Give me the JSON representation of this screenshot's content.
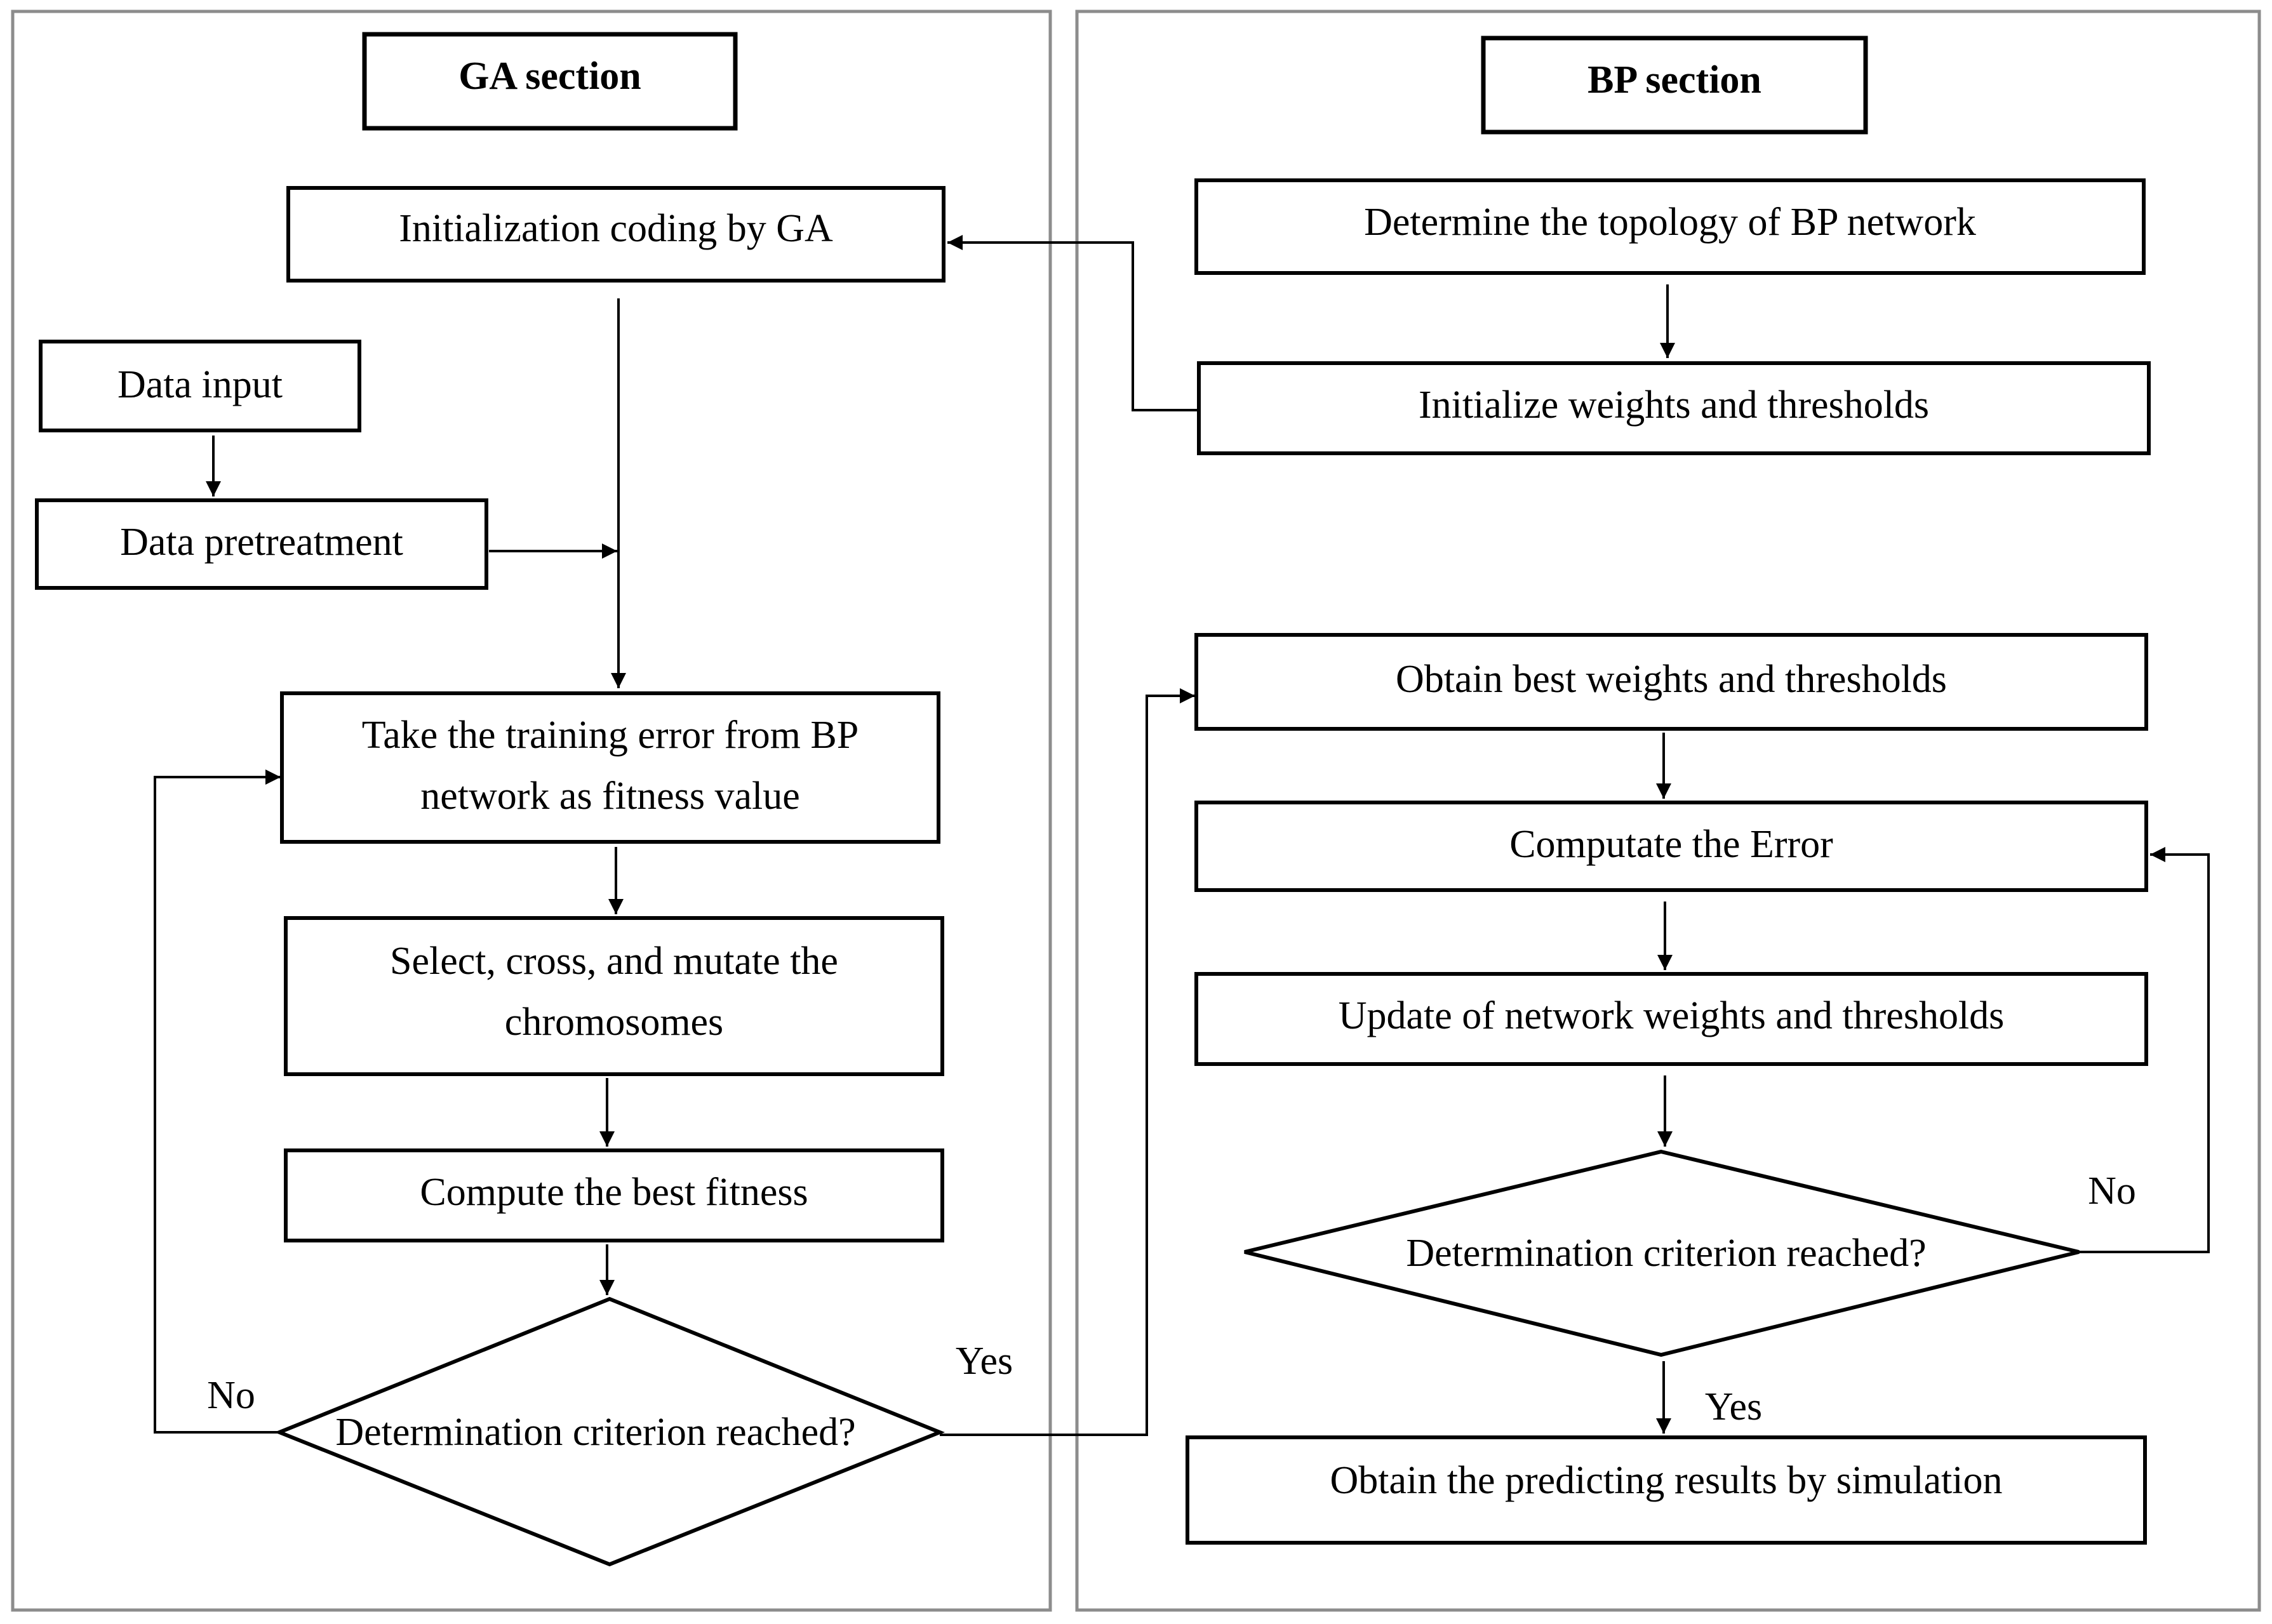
{
  "ga_section": {
    "header": "GA section",
    "init_coding": "Initialization coding by GA",
    "data_input": "Data input",
    "data_pretreatment": "Data pretreatment",
    "fitness_line1": "Take the training error from BP",
    "fitness_line2": "network as fitness value",
    "select_line1": "Select,  cross, and mutate the",
    "select_line2": "chromosomes",
    "best_fitness": "Compute the best fitness",
    "decision": "Determination criterion reached?",
    "no_label": "No",
    "yes_label": "Yes"
  },
  "bp_section": {
    "header": "BP section",
    "topology": "Determine the topology of BP network",
    "init_weights": "Initialize  weights and thresholds",
    "best_weights": "Obtain best  weights and thresholds",
    "compute_error": "Computate the Error",
    "update": "Update of network weights and thresholds",
    "decision": "Determination criterion reached?",
    "no_label": "No",
    "yes_label": "Yes",
    "results": "Obtain the predicting results by simulation"
  },
  "colors": {
    "panel_border": "#8c8c8c",
    "box_border": "#000000"
  }
}
